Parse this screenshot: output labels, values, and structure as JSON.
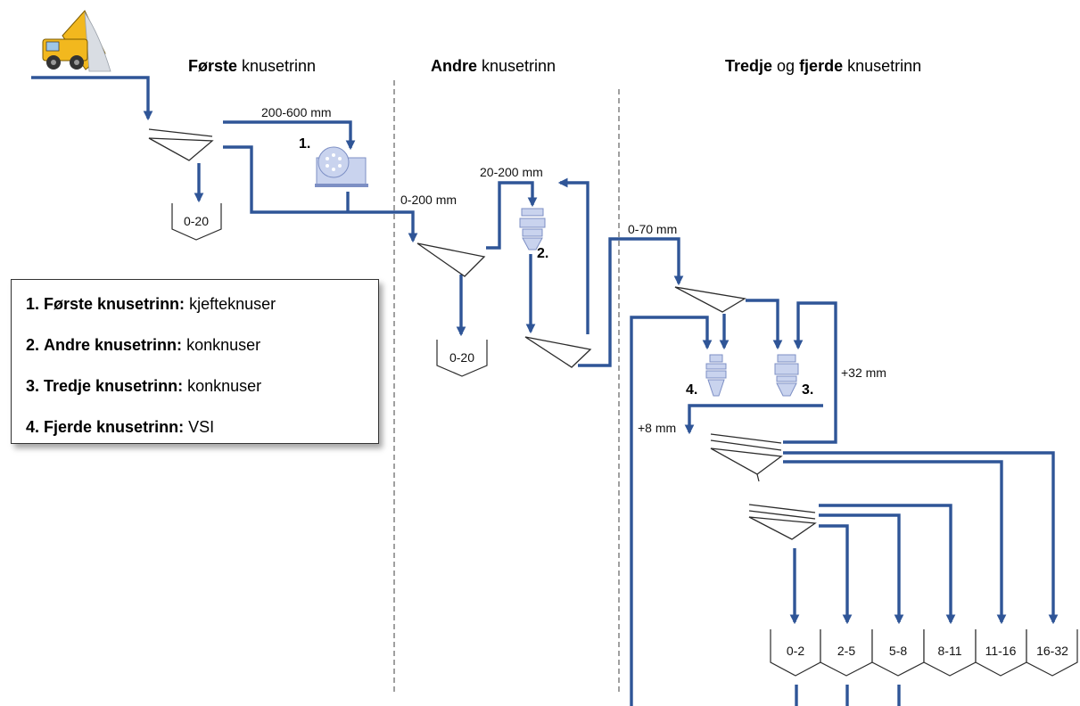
{
  "stages": {
    "first": {
      "bold": "Første",
      "rest": " knusetrinn"
    },
    "second": {
      "bold": "Andre",
      "rest": " knusetrinn"
    },
    "third": {
      "bold1": "Tredje",
      "mid": " og ",
      "bold2": "fjerde",
      "rest": " knusetrinn"
    }
  },
  "flow_labels": {
    "feed_200_600": "200-600 mm",
    "out_0_200": "0-200 mm",
    "return_20_200": "20-200 mm",
    "out_0_70": "0-70 mm",
    "plus_32": "+32 mm",
    "plus_8": "+8 mm"
  },
  "crusher_numbers": {
    "jaw": "1.",
    "cone1": "2.",
    "cone2": "3.",
    "vsi": "4."
  },
  "bins": {
    "first": "0-20",
    "second": "0-20",
    "products": [
      "0-2",
      "2-5",
      "5-8",
      "8-11",
      "11-16",
      "16-32"
    ]
  },
  "legend": [
    {
      "number": "1.",
      "stage": "Første knusetrinn:",
      "type": "kjefteknuser"
    },
    {
      "number": "2.",
      "stage": "Andre knusetrinn:",
      "type": "konknuser"
    },
    {
      "number": "3.",
      "stage": "Tredje knusetrinn:",
      "type": "konknuser"
    },
    {
      "number": "4.",
      "stage": "Fjerde knusetrinn:",
      "type": "VSI"
    }
  ],
  "colors": {
    "flow_line": "#2f5597",
    "crusher_fill": "#c9d3ee",
    "truck_body": "#f2b81e"
  },
  "icons": {
    "truck": "dump-truck-icon",
    "jaw_crusher": "jaw-crusher-icon",
    "cone_crusher": "cone-crusher-icon",
    "vsi_crusher": "vsi-crusher-icon",
    "screen": "screen-icon",
    "stockpile_bin": "stockpile-bin-icon"
  }
}
